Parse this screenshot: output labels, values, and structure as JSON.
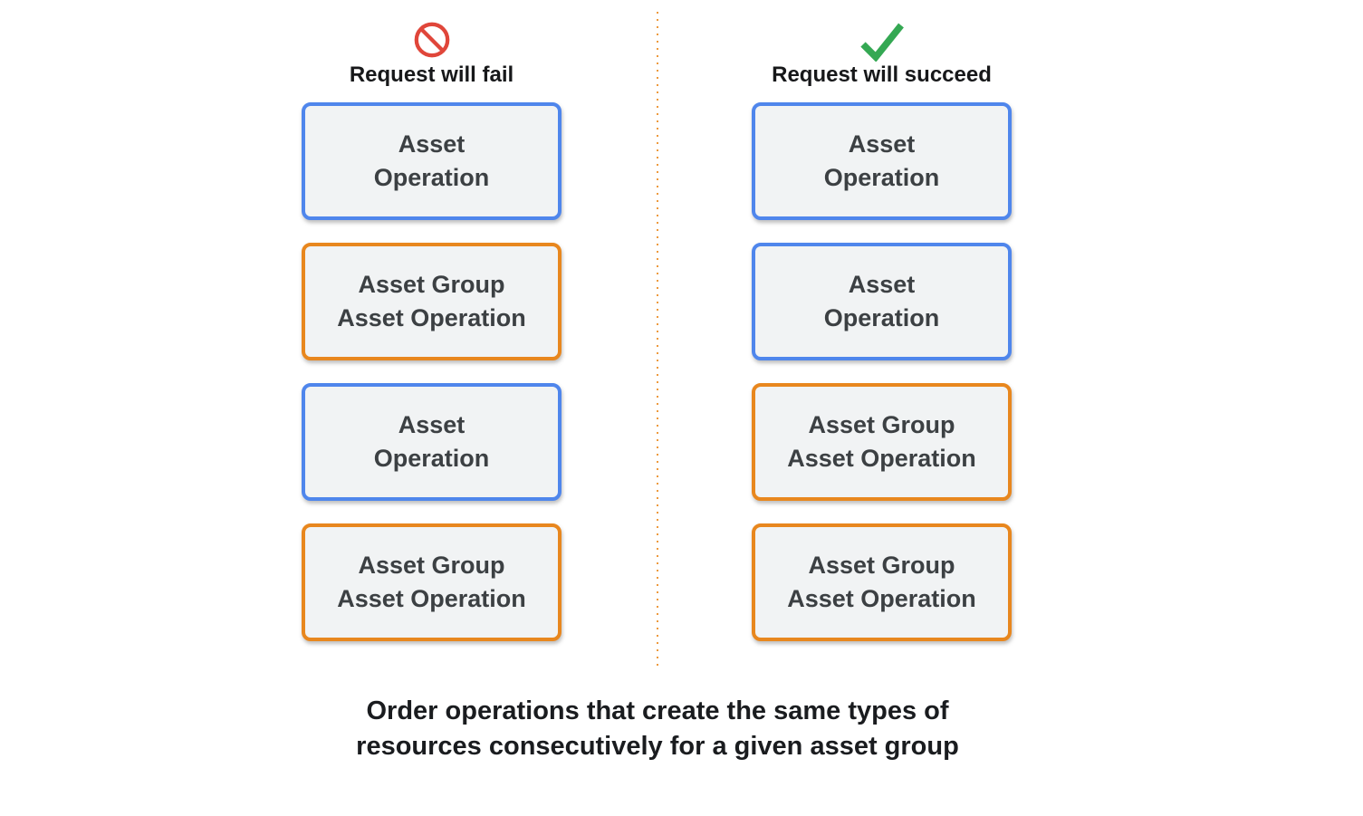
{
  "diagram": {
    "columns": [
      {
        "id": "fail",
        "icon": "prohibition-icon",
        "header": "Request will fail",
        "boxes": [
          {
            "type": "asset_operation",
            "label": "Asset\nOperation"
          },
          {
            "type": "asset_group_asset_operation",
            "label": "Asset Group\nAsset Operation"
          },
          {
            "type": "asset_operation",
            "label": "Asset\nOperation"
          },
          {
            "type": "asset_group_asset_operation",
            "label": "Asset Group\nAsset Operation"
          }
        ]
      },
      {
        "id": "succeed",
        "icon": "checkmark-icon",
        "header": "Request will succeed",
        "boxes": [
          {
            "type": "asset_operation",
            "label": "Asset\nOperation"
          },
          {
            "type": "asset_operation",
            "label": "Asset\nOperation"
          },
          {
            "type": "asset_group_asset_operation",
            "label": "Asset Group\nAsset Operation"
          },
          {
            "type": "asset_group_asset_operation",
            "label": "Asset Group\nAsset Operation"
          }
        ]
      }
    ],
    "caption": "Order operations that create the same types of\nresources consecutively for a given asset group",
    "colors": {
      "asset_operation_border": "#4f86ec",
      "asset_group_asset_operation_border": "#e8871e",
      "box_background": "#f1f3f4",
      "box_text": "#3c4043",
      "fail_icon_red": "#e0463a",
      "succeed_icon_green": "#34a853",
      "divider_orange": "#ed9a3e"
    }
  }
}
